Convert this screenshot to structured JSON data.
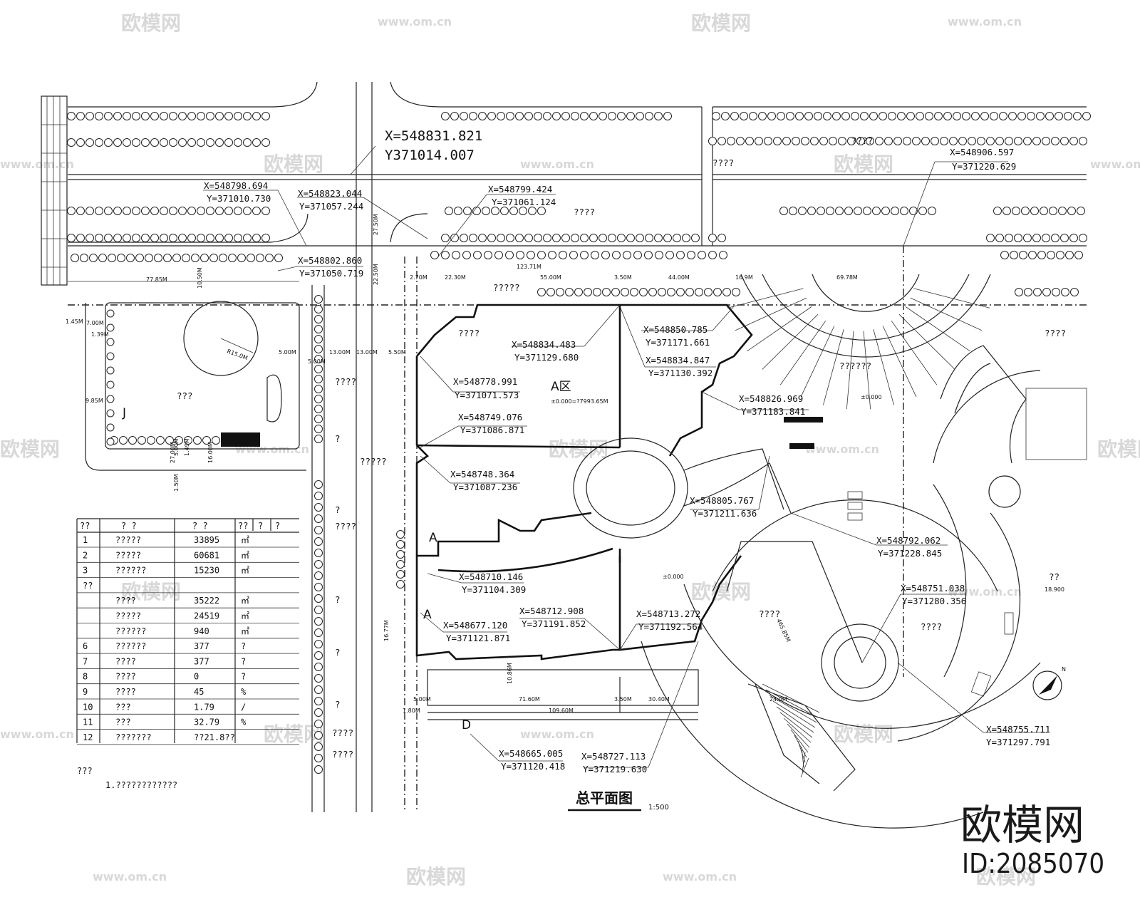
{
  "drawing": {
    "title": "总平面图",
    "scale": "1:500",
    "zone_a_label": "A区",
    "zone_a_elevation": "±0.000=?7993.65M",
    "zone_a_small": "A",
    "zone_j": "J",
    "zone_d": "D",
    "zone_a2": "A",
    "datum_mid": "±0.000",
    "datum_right": "±0.000",
    "radius_label": "R15.0M",
    "north_label": "N"
  },
  "coordinates": [
    {
      "x": "X=548831.821",
      "y": "Y371014.007"
    },
    {
      "x": "X=548798.694",
      "y": "Y=371010.730"
    },
    {
      "x": "X=548823.044",
      "y": "Y=371057.244"
    },
    {
      "x": "X=548799.424",
      "y": "Y=371061.124"
    },
    {
      "x": "X=548906.597",
      "y": "Y=371220.629"
    },
    {
      "x": "X=548802.860",
      "y": "Y=371050.719"
    },
    {
      "x": "X=548834.483",
      "y": "Y=371129.680"
    },
    {
      "x": "X=548850.785",
      "y": "Y=371171.661"
    },
    {
      "x": "X=548834.847",
      "y": "Y=371130.392"
    },
    {
      "x": "X=548778.991",
      "y": "Y=371071.573"
    },
    {
      "x": "X=548826.969",
      "y": "Y=371183.841"
    },
    {
      "x": "X=548749.076",
      "y": "Y=371086.871"
    },
    {
      "x": "X=548748.364",
      "y": "Y=371087.236"
    },
    {
      "x": "X=548805.767",
      "y": "Y=371211.636"
    },
    {
      "x": "X=548792.062",
      "y": "Y=371228.845"
    },
    {
      "x": "X=548710.146",
      "y": "Y=371104.309"
    },
    {
      "x": "X=548751.038",
      "y": "Y=371280.356"
    },
    {
      "x": "X=548712.908",
      "y": "Y=371191.852"
    },
    {
      "x": "X=548713.272",
      "y": "Y=371192.564"
    },
    {
      "x": "X=548677.120",
      "y": "Y=371121.871"
    },
    {
      "x": "X=548755.711",
      "y": "Y=371297.791"
    },
    {
      "x": "X=548665.005",
      "y": "Y=371120.418"
    },
    {
      "x": "X=548727.113",
      "y": "Y=371219.630"
    }
  ],
  "dimensions": [
    "77.85M",
    "7.00M",
    "1.45M",
    "1.39M",
    "9.85M",
    "10.50M",
    "5.00M",
    "7.40M",
    "5.00M",
    "13.00M",
    "13.00M",
    "5.50M",
    "5.00M",
    "27.50M",
    "22.50M",
    "2.70M",
    "22.30M",
    "123.71M",
    "55.00M",
    "3.50M",
    "44.00M",
    "16.9M",
    "69.78M",
    "16.00M",
    "1.49M",
    "5.00M",
    "1.50M",
    "27.00M",
    "71.60M",
    "109.60M",
    "3.50M",
    "30.40M",
    "24.0M",
    "1.80M",
    "5.00M",
    "10.86M",
    "16.77M",
    "465.85M"
  ],
  "placeholders": {
    "q1": "????",
    "q2": "????",
    "q3": "????",
    "q4": "?????",
    "q5": "???",
    "q6": "????",
    "q7": "?",
    "q8": "????",
    "q9": "?????",
    "q10": "????",
    "q11": "??????",
    "q12": "????",
    "q13": "??",
    "q14": "?",
    "q15": "?",
    "q16": "?",
    "q17": "????",
    "q18": "????",
    "q19": "?????",
    "q20": "????",
    "q21": "????",
    "q22": "???",
    "q23": "????",
    "q24": "?"
  },
  "table": {
    "header": [
      "??",
      "?  ?",
      "?  ?",
      "??",
      "?",
      "?"
    ],
    "rows": [
      {
        "no": "1",
        "name": "?????",
        "value": "33895",
        "unit": "㎡"
      },
      {
        "no": "2",
        "name": "?????",
        "value": "60681",
        "unit": "㎡"
      },
      {
        "no": "3",
        "name": "??????",
        "value": "15230",
        "unit": "㎡"
      },
      {
        "no": "??",
        "name": "",
        "value": "",
        "unit": ""
      },
      {
        "no": "",
        "name": "????",
        "value": "35222",
        "unit": "㎡"
      },
      {
        "no": "",
        "name": "?????",
        "value": "24519",
        "unit": "㎡"
      },
      {
        "no": "",
        "name": "??????",
        "value": "940",
        "unit": "㎡"
      },
      {
        "no": "6",
        "name": "??????",
        "value": "377",
        "unit": "?"
      },
      {
        "no": "7",
        "name": "????",
        "value": "377",
        "unit": "?"
      },
      {
        "no": "8",
        "name": "????",
        "value": "0",
        "unit": "?"
      },
      {
        "no": "9",
        "name": "????",
        "value": "45",
        "unit": "%"
      },
      {
        "no": "10",
        "name": "???",
        "value": "1.79",
        "unit": "/"
      },
      {
        "no": "11",
        "name": "???",
        "value": "32.79",
        "unit": "%"
      },
      {
        "no": "12",
        "name": "???????",
        "value": "??21.8??",
        "unit": ""
      }
    ]
  },
  "notes": {
    "heading": "???",
    "line1": "1.????????????"
  },
  "watermark": {
    "logo_text": "欧模网",
    "url": "www.om.cn",
    "brand": "欧模网",
    "id": "ID:2085070"
  }
}
